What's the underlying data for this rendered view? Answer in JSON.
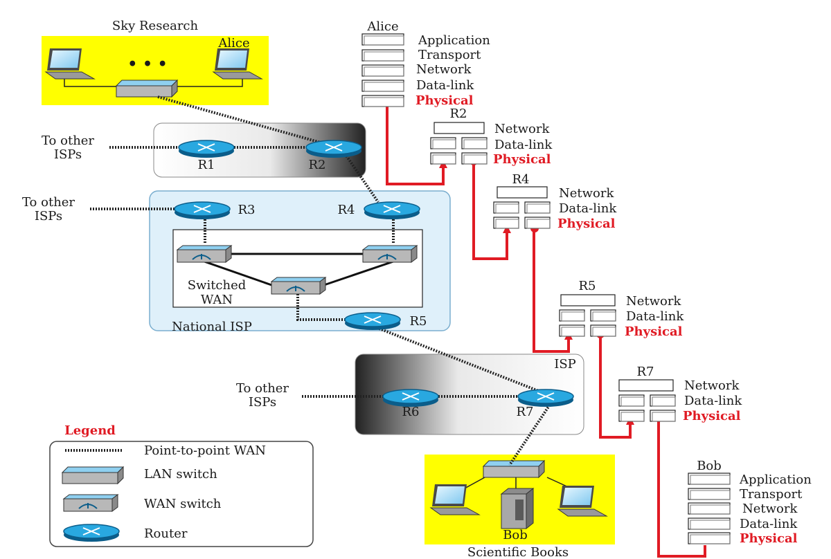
{
  "sky": {
    "title": "Sky Research",
    "alice": "Alice",
    "dots": "• • •"
  },
  "isps": {
    "left1": [
      "To other",
      "ISPs"
    ],
    "left2": [
      "To other",
      "ISPs"
    ],
    "left3": [
      "To other",
      "ISPs"
    ]
  },
  "routers": {
    "r1": "R1",
    "r2": "R2",
    "r3": "R3",
    "r4": "R4",
    "r5": "R5",
    "r6": "R6",
    "r7": "R7"
  },
  "national": {
    "label": "National ISP",
    "wan": [
      "Switched",
      "WAN"
    ]
  },
  "isp_box": {
    "label": "ISP"
  },
  "books": {
    "title": "Scientific Books",
    "bob": "Bob"
  },
  "legend": {
    "title": "Legend",
    "items": [
      "Point-to-point WAN",
      "LAN switch",
      "WAN switch",
      "Router"
    ]
  },
  "stacks": {
    "alice": {
      "name": "Alice",
      "layers": [
        "Application",
        "Transport",
        "Network",
        "Data-link",
        "Physical"
      ]
    },
    "r2": {
      "name": "R2",
      "layers": [
        "Network",
        "Data-link",
        "Physical"
      ]
    },
    "r4": {
      "name": "R4",
      "layers": [
        "Network",
        "Data-link",
        "Physical"
      ]
    },
    "r5": {
      "name": "R5",
      "layers": [
        "Network",
        "Data-link",
        "Physical"
      ]
    },
    "r7": {
      "name": "R7",
      "layers": [
        "Network",
        "Data-link",
        "Physical"
      ]
    },
    "bob": {
      "name": "Bob",
      "layers": [
        "Application",
        "Transport",
        "Network",
        "Data-link",
        "Physical"
      ]
    }
  },
  "colors": {
    "yellow": "#ffff00",
    "red": "#e01b24",
    "router": "#29a8e0",
    "isp_bg": "#dff0fa"
  }
}
